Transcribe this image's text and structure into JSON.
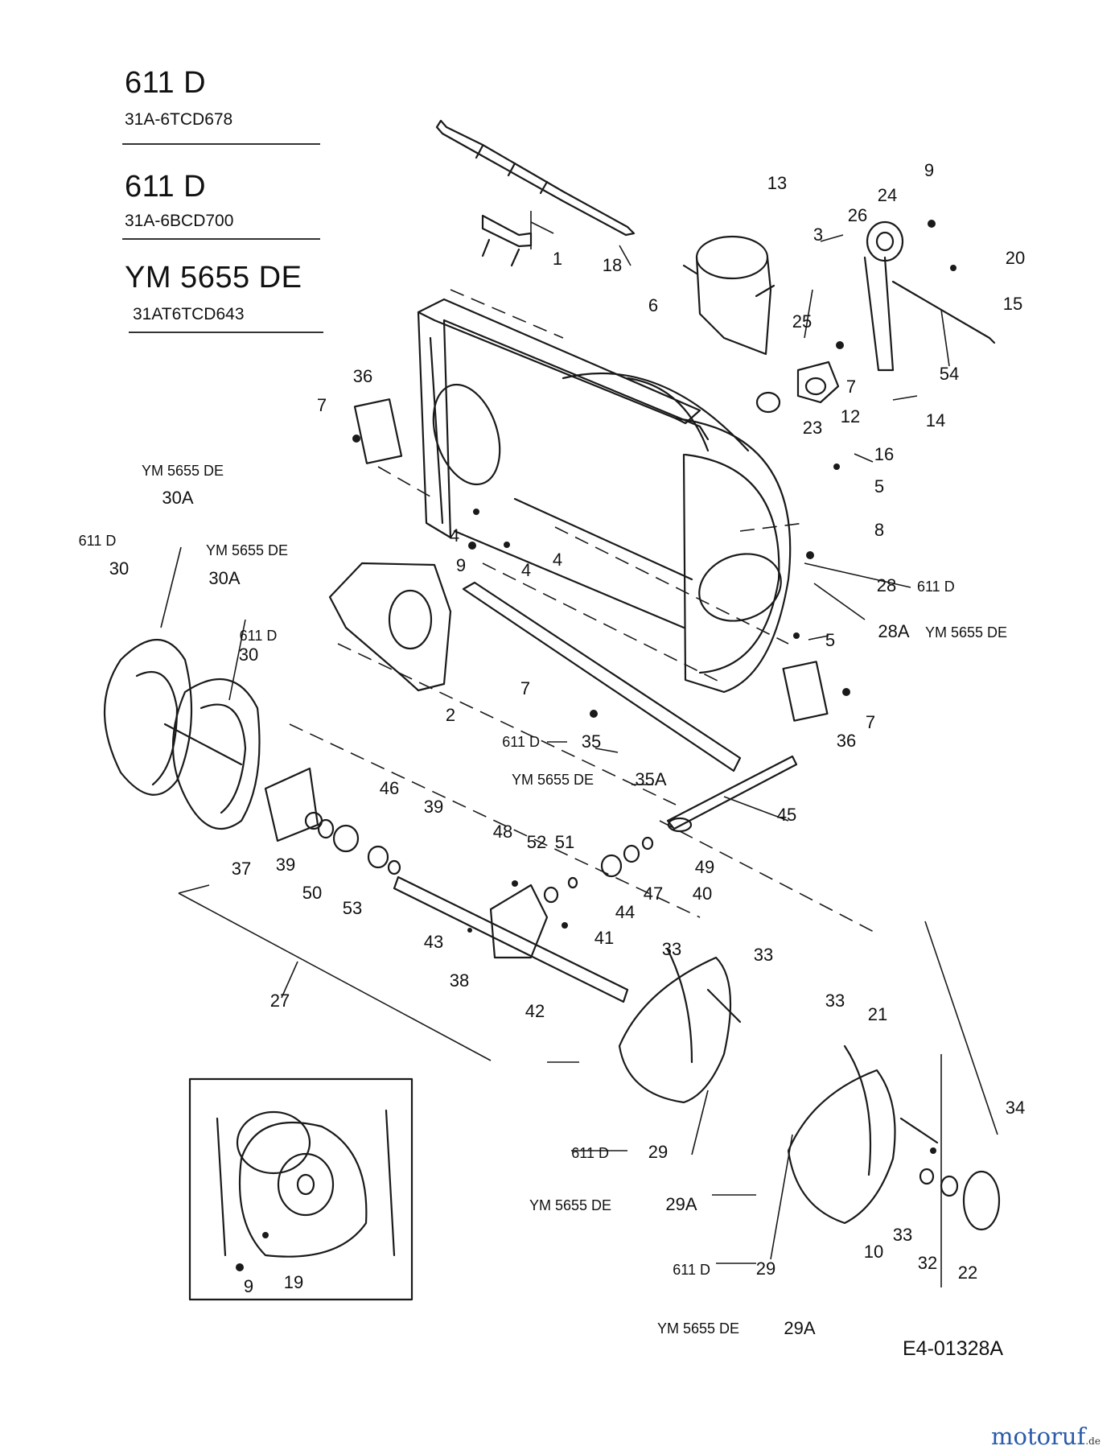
{
  "header": {
    "models": [
      {
        "name": "611 D",
        "code": "31A-6TCD678"
      },
      {
        "name": "611 D",
        "code": "31A-6BCD700"
      },
      {
        "name": "YM 5655 DE",
        "code": "31AT6TCD643"
      }
    ]
  },
  "callouts": {
    "c1": "1",
    "c18": "18",
    "c13": "13",
    "c9a": "9",
    "c24": "24",
    "c26": "26",
    "c3": "3",
    "c20": "20",
    "c15": "15",
    "c54": "54",
    "c6": "6",
    "c25": "25",
    "c7a": "7",
    "c12": "12",
    "c14": "14",
    "c23": "23",
    "c16": "16",
    "c5a": "5",
    "c36a": "36",
    "c7b": "7",
    "c8": "8",
    "c28": "28",
    "c28_model": "611 D",
    "c28a": "28A",
    "c28a_model": "YM 5655 DE",
    "c5b": "5",
    "c4a": "4",
    "c9b": "9",
    "c4b": "4",
    "c4c": "4",
    "c30a_model_top": "YM 5655 DE",
    "c30a_top": "30A",
    "c30_model_left": "611 D",
    "c30_left": "30",
    "c30a_model_mid": "YM 5655 DE",
    "c30a_mid": "30A",
    "c30_model_mid": "611 D",
    "c30_mid": "30",
    "c2": "2",
    "c7c": "7",
    "c7d": "7",
    "c36b": "36",
    "c35_model": "611 D",
    "c35": "35",
    "c35a_model": "YM 5655 DE",
    "c35a": "35A",
    "c45": "45",
    "c46": "46",
    "c39a": "39",
    "c48": "48",
    "c52": "52",
    "c51": "51",
    "c37": "37",
    "c39b": "39",
    "c50": "50",
    "c53": "53",
    "c49": "49",
    "c47": "47",
    "c40": "40",
    "c44": "44",
    "c43": "43",
    "c41": "41",
    "c38": "38",
    "c42": "42",
    "c27": "27",
    "c33a": "33",
    "c33b": "33",
    "c33c": "33",
    "c21": "21",
    "c34": "34",
    "c29_model_a": "611 D",
    "c29a": "29",
    "c29a_model_a": "YM 5655 DE",
    "c29aa": "29A",
    "c10": "10",
    "c33d": "33",
    "c32": "32",
    "c22": "22",
    "c29_model_b": "611 D",
    "c29b": "29",
    "c29a_model_b": "YM 5655 DE",
    "c29ab": "29A",
    "c9c": "9",
    "c19": "19"
  },
  "diagram_code": "E4-01328A",
  "watermark": {
    "name": "motoruf",
    "suffix": ".de",
    "color": "#2a5aa8"
  }
}
